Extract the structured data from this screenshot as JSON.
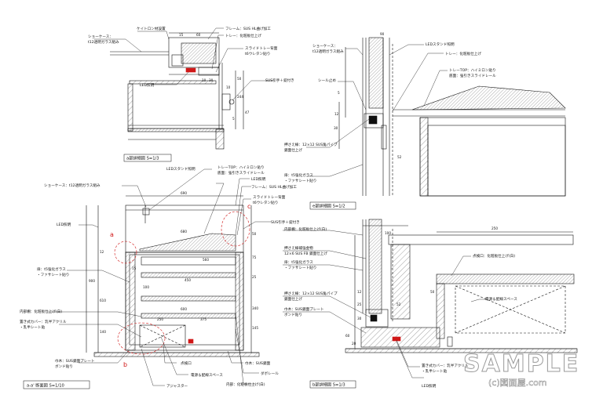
{
  "views": {
    "a": {
      "title": "a部詳細図 S=1/3"
    },
    "aa": {
      "title": "a-a' 断面図 S=1/10"
    },
    "e": {
      "title": "e部詳細図 S=1/2"
    },
    "b": {
      "title": "b部詳細図 S=1/3"
    }
  },
  "labels": {
    "a_l1": "ケイトロン材設置",
    "a_l2": "ショーケース：",
    "a_l3": "t12透明ガラス組み",
    "a_l4": "フレーム：SUS HL曲げ加工",
    "a_l5": "トレー：化粧板仕上げ",
    "a_l6": "スライドトレー背面",
    "a_l7": "t6ウレタン貼り",
    "a_l8": "LED照明",
    "a_l9": "SUS引手＋錠付き",
    "aa_l1": "ショーケース：t12透明ガラス組み",
    "aa_l2": "LEDスタンド照明",
    "aa_l3": "トレーTOP：ハイミロン貼り",
    "aa_l4": "底面：強引きスライドレール",
    "aa_l5": "LED照明",
    "aa_l6": "フレーム：SUS HL曲げ加工",
    "aa_l7": "スライドトレー背面",
    "aa_l8": "t6ウレタン貼り",
    "aa_l9": "SUS引手＋錠付き",
    "aa_l10": "LED照明",
    "aa_l11": "扉：t5強化ガラス",
    "aa_l12": "・ファサシート貼り",
    "aa_l13": "内部棚：化粧板仕上げ(白)",
    "aa_l14": "置き式カバー：乳半アクリル",
    "aa_l15": "・乳半シート貼",
    "aa_l16": "巾木：SUS鏡面プレート",
    "aa_l17": "ボンド貼り",
    "aa_l18": "点検口",
    "aa_l19": "電源＆配線スペース",
    "aa_l20": "アジャスター",
    "aa_l21": "巾木：SUS鏡面",
    "aa_l22": "ダボレール",
    "aa_l23": "内部：化粧板仕上げ(白)",
    "e_l1": "ショーケース：",
    "e_l2": "t12透明ガラス組み",
    "e_l3": "LEDスタンド照明",
    "e_l4": "トレー：化粧板仕上げ",
    "e_l5": "トレーTOP：ハイミロン貼り",
    "e_l6": "底面：強引きスライドレール",
    "e_l7": "シール止め",
    "e_l8": "押さえ線：12×12 SUS角パイプ",
    "e_l9": "鏡面仕上げ",
    "e_l10": "扉：t5強化ガラス",
    "e_l11": "・ファサシート貼り",
    "b_l1": "内部棚：化粧板仕上げ(白)",
    "b_l2": "点検口：化粧板仕上げ(白)",
    "b_l3": "押さえ線補強金物",
    "b_l4": "12×6 SUS FB 鏡面仕上げ",
    "b_l5": "扉：t5強化ガラス",
    "b_l6": "・ファサシート貼り",
    "b_l7": "押さえ線：12×12 SUS角パイプ",
    "b_l8": "鏡面仕上げ",
    "b_l9": "電源＆配線スペース",
    "b_l10": "巾木：SUS鏡面プレート",
    "b_l11": "ボンド貼り",
    "b_l12": "置き式カバー：乳半アクリル",
    "b_l13": "・乳半シート貼",
    "b_l14": "LED照明"
  },
  "markers": {
    "a": "a",
    "b": "b",
    "c": "c"
  },
  "dims": {
    "a_15": "15",
    "a_60": "60",
    "a_10": "10",
    "a_30": "30",
    "a_50": "50",
    "a_10b": "10",
    "a_244": "244",
    "a_47": "47",
    "a_5": "5",
    "aa_690": "690",
    "aa_680": "680",
    "aa_560": "560",
    "aa_15": "15",
    "aa_100": "100",
    "aa_450": "450",
    "aa_600": "600",
    "aa_250": "250",
    "aa_375": "375",
    "aa_900": "900",
    "aa_610": "610",
    "aa_140": "140",
    "aa_50": "50",
    "aa_75": "75",
    "aa_25": "25",
    "aa_340": "340",
    "aa_145": "145",
    "aa_12": "12",
    "e_90": "90",
    "e_52": "52",
    "e_30": "30",
    "e_5": "5",
    "e_12": "12",
    "b_100": "100",
    "b_250": "250",
    "b_52": "52",
    "b_25": "25",
    "b_30": "30",
    "b_12": "12",
    "b_60": "60",
    "b_20": "20",
    "b_50": "50"
  },
  "watermark": {
    "line1": "SAMPLE",
    "line2": "(c)図面屋.com"
  },
  "colors": {
    "line": "#111111",
    "hatch": "#777777",
    "marker": "#d01818"
  }
}
